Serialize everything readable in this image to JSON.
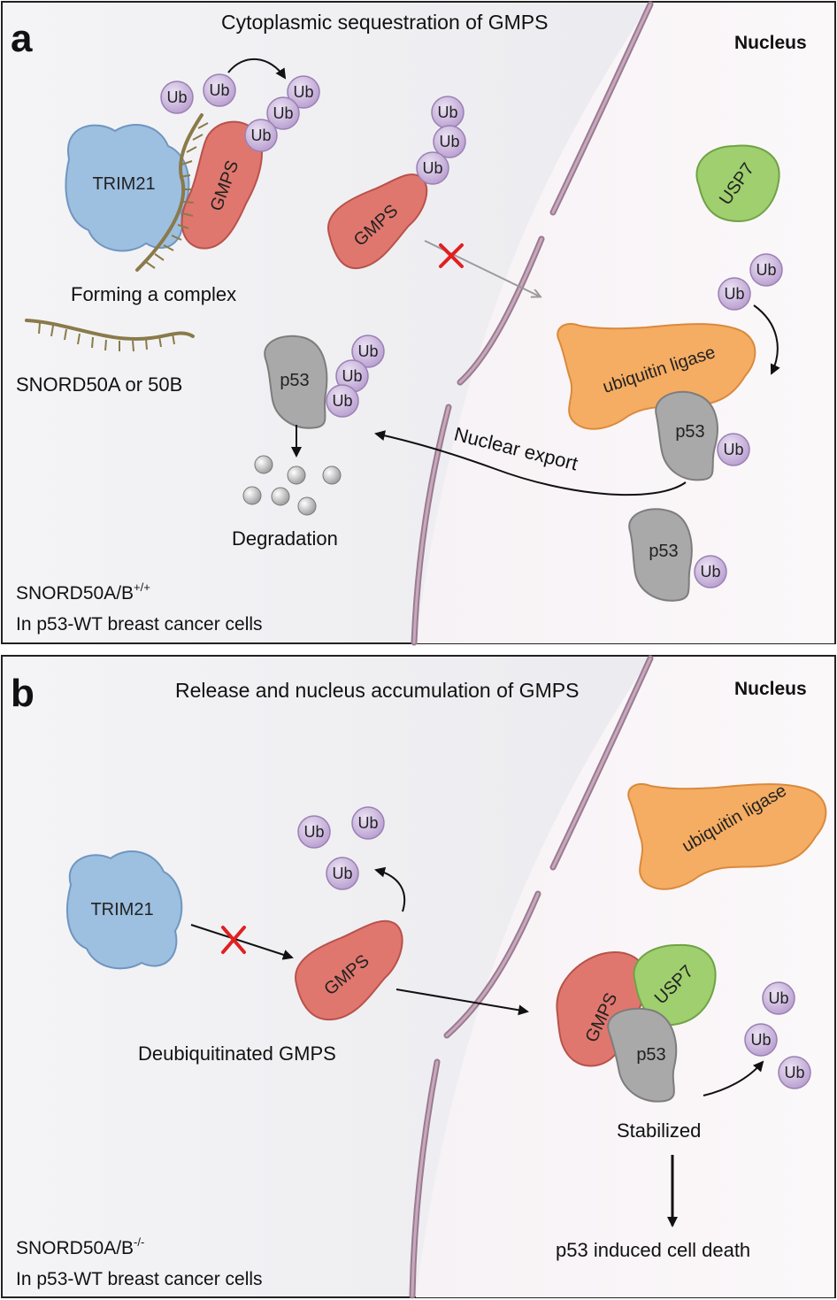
{
  "panel_a": {
    "letter": "a",
    "title": "Cytoplasmic sequestration of GMPS",
    "nucleus": "Nucleus",
    "trim21": "TRIM21",
    "gmps": "GMPS",
    "gmps_free": "GMPS",
    "ub": "Ub",
    "forming_complex": "Forming a complex",
    "snord": "SNORD50A or 50B",
    "p53": "p53",
    "degradation": "Degradation",
    "usp7": "USP7",
    "ubiquitin_ligase": "ubiquitin ligase",
    "nuclear_export": "Nuclear export",
    "condition_main": "SNORD50A/B",
    "condition_sup": "+/+",
    "cells": "In p53-WT breast cancer cells"
  },
  "panel_b": {
    "letter": "b",
    "title": "Release and nucleus accumulation of GMPS",
    "nucleus": "Nucleus",
    "trim21": "TRIM21",
    "gmps": "GMPS",
    "ub": "Ub",
    "deubiquitinated": "Deubiquitinated GMPS",
    "ubiquitin_ligase": "ubiquitin ligase",
    "usp7": "USP7",
    "p53": "p53",
    "stabilized": "Stabilized",
    "cell_death": "p53 induced cell death",
    "condition_main": "SNORD50A/B",
    "condition_sup": "-/-",
    "cells": "In p53-WT breast cancer cells"
  },
  "colors": {
    "ub_fill": "#c9b3dc",
    "trim21_fill": "#9dbfe0",
    "gmps_fill": "#e0776e",
    "usp7_fill": "#9fcf6e",
    "ligase_fill": "#f5ad63",
    "p53_fill": "#a9a9a9",
    "membrane": "#b08ba2",
    "rna": "#8a7a4a",
    "inhibit_x": "#e02020"
  }
}
